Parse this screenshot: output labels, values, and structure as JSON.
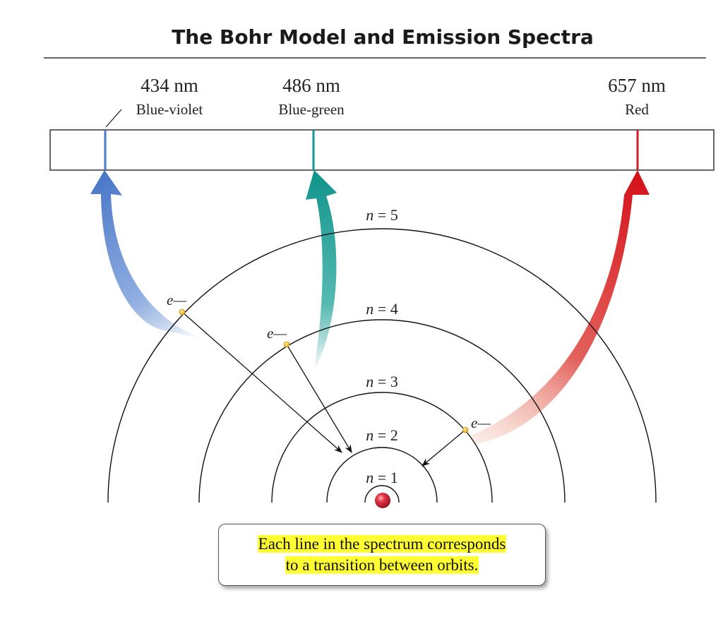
{
  "title": "The Bohr Model and Emission Spectra",
  "spectrum_lines": [
    {
      "wavelength": "434 nm",
      "color_name": "Blue-violet",
      "color": "#4a78c8"
    },
    {
      "wavelength": "486 nm",
      "color_name": "Blue-green",
      "color": "#12958c"
    },
    {
      "wavelength": "657 nm",
      "color_name": "Red",
      "color": "#c8202a"
    }
  ],
  "orbits": [
    {
      "n": "1",
      "label_var": "n",
      "label_rest": " = 1"
    },
    {
      "n": "2",
      "label_var": "n",
      "label_rest": " = 2"
    },
    {
      "n": "3",
      "label_var": "n",
      "label_rest": " = 3"
    },
    {
      "n": "4",
      "label_var": "n",
      "label_rest": " = 4"
    },
    {
      "n": "5",
      "label_var": "n",
      "label_rest": " = 5"
    }
  ],
  "transitions": [
    {
      "from": "5",
      "to": "2",
      "electron_label": "e—",
      "emits": "434 nm"
    },
    {
      "from": "4",
      "to": "2",
      "electron_label": "e—",
      "emits": "486 nm"
    },
    {
      "from": "3",
      "to": "2",
      "electron_label": "e—",
      "emits": "657 nm"
    }
  ],
  "caption": {
    "line1": "Each line in the spectrum corresponds",
    "line2": "to a transition between orbits."
  }
}
